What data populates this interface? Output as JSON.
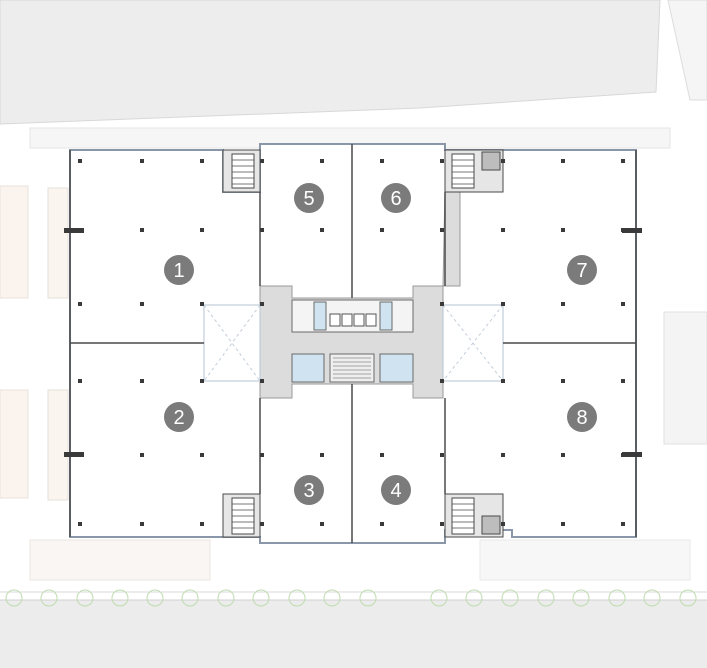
{
  "units": [
    {
      "id": "unit-1",
      "label": "1"
    },
    {
      "id": "unit-2",
      "label": "2"
    },
    {
      "id": "unit-3",
      "label": "3"
    },
    {
      "id": "unit-4",
      "label": "4"
    },
    {
      "id": "unit-5",
      "label": "5"
    },
    {
      "id": "unit-6",
      "label": "6"
    },
    {
      "id": "unit-7",
      "label": "7"
    },
    {
      "id": "unit-8",
      "label": "8"
    }
  ],
  "colors": {
    "background": "#ffffff",
    "site": "#f2f2f2",
    "road": "#ececec",
    "floor": "#ffffff",
    "core": "#dcdcdc",
    "wall": "#4a4a4a",
    "restroom": "#cfe3f0",
    "badge": "#7b7b7b",
    "tree": "#cfe6c3"
  }
}
